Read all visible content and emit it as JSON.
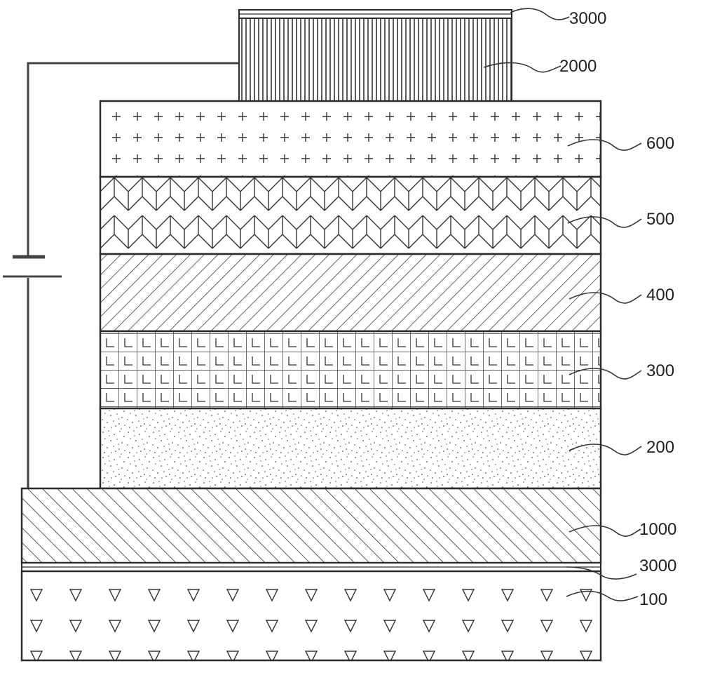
{
  "labels": {
    "cap_top": "3000",
    "top_electrode": "2000",
    "layer_600": "600",
    "layer_500": "500",
    "layer_400": "400",
    "layer_300": "300",
    "layer_200": "200",
    "bottom_electrode": "1000",
    "cap_bottom": "3000",
    "substrate": "100"
  },
  "colors": {
    "line": "#2a2a2a",
    "background": "#ffffff"
  }
}
